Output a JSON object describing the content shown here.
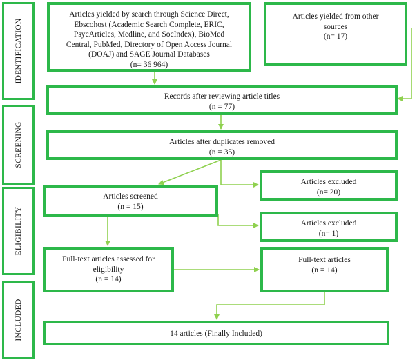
{
  "stages": {
    "identification": "IDENTIFICATION",
    "screening": "SCREENING",
    "eligibility": "ELIGIBILITY",
    "included": "INCLUDED"
  },
  "boxes": {
    "database_search": {
      "lines": [
        "Articles yielded by search through Science Direct,",
        "Ebscohost (Academic Search Complete, ERIC,",
        "PsycArticles, Medline, and SocIndex), BioMed",
        "Central, PubMed, Directory of Open Access Journal",
        "(DOAJ) and SAGE Journal Databases",
        "(n= 36 964)"
      ]
    },
    "other_sources": {
      "lines": [
        "Articles yielded from other",
        "sources",
        "(n= 17)"
      ]
    },
    "titles_reviewed": {
      "lines": [
        "Records after reviewing article titles",
        "(n = 77)"
      ]
    },
    "duplicates_removed": {
      "lines": [
        "Articles after duplicates removed",
        "(n = 35)"
      ]
    },
    "excluded_1": {
      "lines": [
        "Articles excluded",
        "(n= 20)"
      ]
    },
    "screened": {
      "lines": [
        "Articles screened",
        "(n = 15)"
      ]
    },
    "excluded_2": {
      "lines": [
        "Articles excluded",
        "(n= 1)"
      ]
    },
    "fulltext_assessed": {
      "lines": [
        "Full-text articles assessed for",
        "eligibility",
        "(n = 14)"
      ]
    },
    "fulltext": {
      "lines": [
        "Full-text articles",
        "(n = 14)"
      ]
    },
    "final": {
      "lines": [
        "14 articles (Finally Included)"
      ]
    }
  },
  "colors": {
    "border": "#2db84a",
    "arrow": "#8fd14f"
  }
}
